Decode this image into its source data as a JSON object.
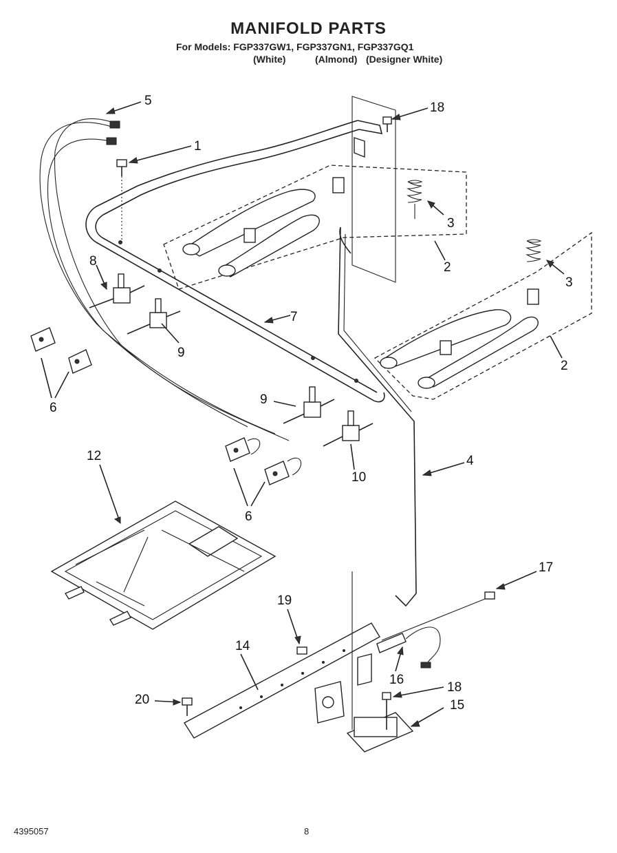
{
  "header": {
    "title": "MANIFOLD PARTS",
    "models_line": "For Models: FGP337GW1, FGP337GN1, FGP337GQ1",
    "colors": [
      "(White)",
      "(Almond)",
      "(Designer White)"
    ]
  },
  "callouts": [
    "1",
    "2",
    "2",
    "3",
    "3",
    "4",
    "5",
    "6",
    "6",
    "7",
    "8",
    "9",
    "9",
    "10",
    "12",
    "14",
    "15",
    "16",
    "17",
    "18",
    "18",
    "19",
    "20"
  ],
  "footer": {
    "doc_number": "4395057",
    "page_number": "8"
  }
}
